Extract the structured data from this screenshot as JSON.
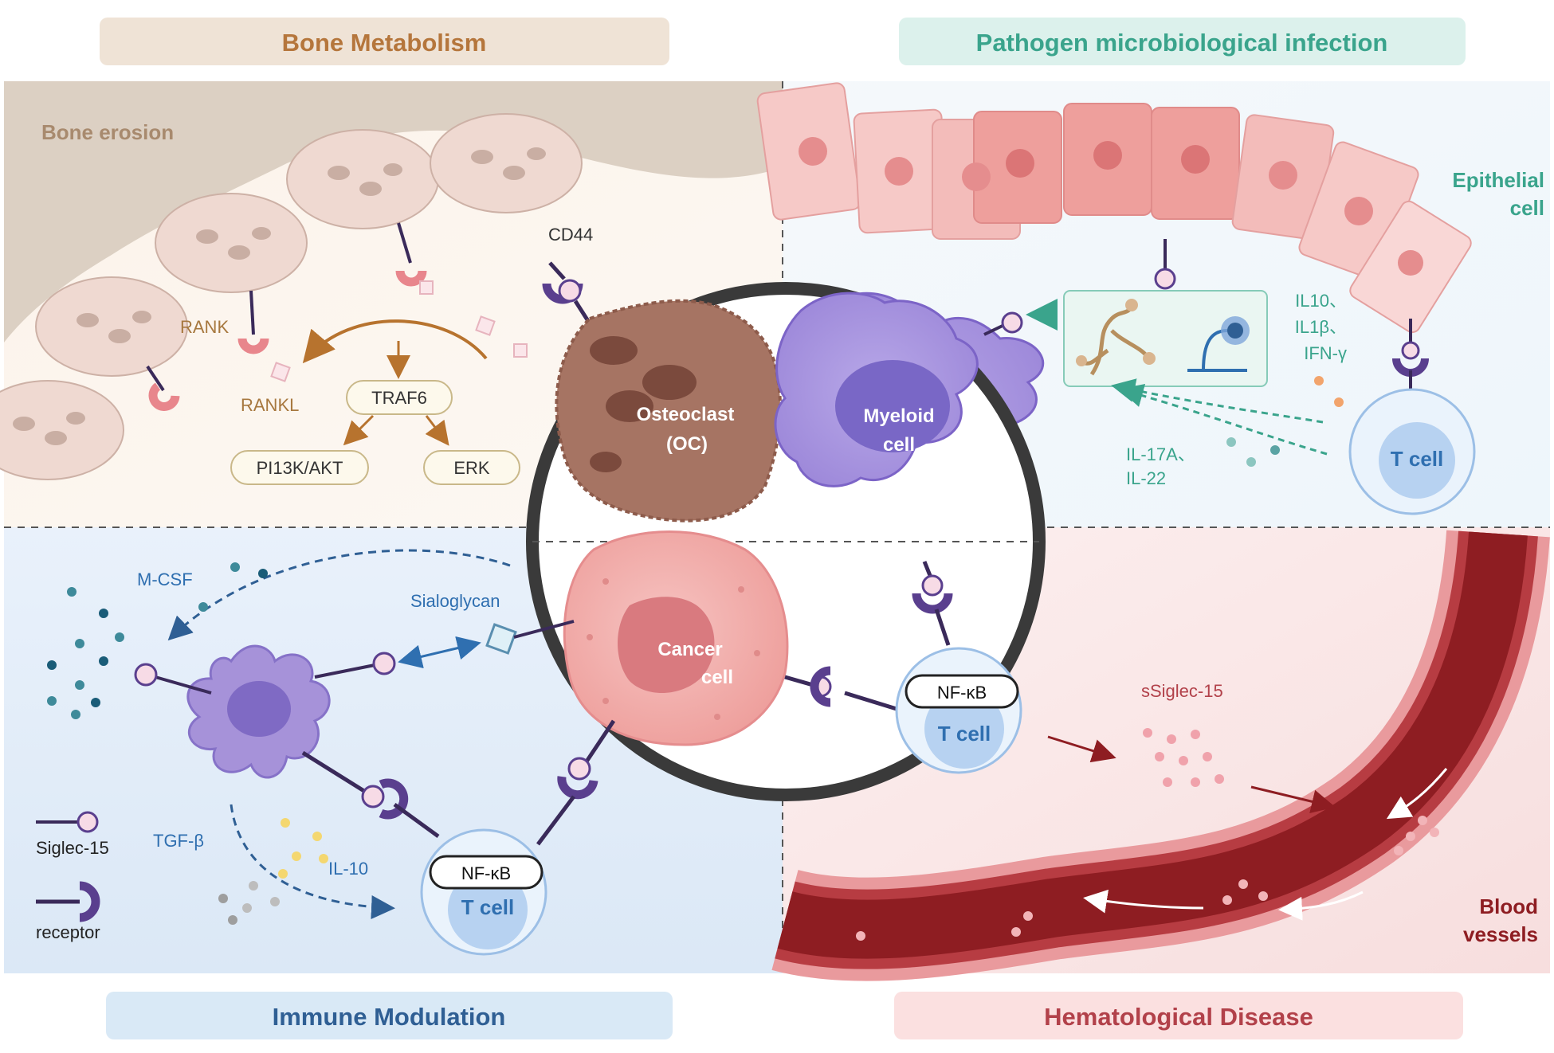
{
  "sections": {
    "bone_metabolism": "Bone Metabolism",
    "pathogen_infection": "Pathogen microbiological infection",
    "immune_modulation": "Immune Modulation",
    "hematological_disease": "Hematological Disease"
  },
  "labels": {
    "bone_erosion": "Bone erosion",
    "rank": "RANK",
    "rankl": "RANKL",
    "traf6": "TRAF6",
    "pi13k_akt": "PI13K/AKT",
    "erk": "ERK",
    "cd44": "CD44",
    "osteoclast_line1": "Osteoclast",
    "osteoclast_line2": "(OC)",
    "myeloid_line1": "Myeloid",
    "myeloid_line2": "cell",
    "cancer_line1": "Cancer",
    "cancer_line2": "cell",
    "epithelial_line1": "Epithelial",
    "epithelial_line2": "cell",
    "il10_top": "IL10、",
    "il1b": "IL1β、",
    "ifng": "IFN-γ",
    "il17a": "IL-17A、",
    "il22": "IL-22",
    "t_cell": "T cell",
    "nfkb": "NF-κB",
    "m_csf": "M-CSF",
    "sialoglycan": "Sialoglycan",
    "ssiglec15": "sSiglec-15",
    "tgf_b": "TGF-β",
    "il_10": "IL-10",
    "siglec15_legend": "Siglec-15",
    "receptor_legend": "receptor",
    "blood_line1": "Blood",
    "blood_line2": "vessels"
  },
  "colors": {
    "bone_header_bg": "#efe3d6",
    "bone_header_text": "#b5763c",
    "pathogen_header_bg": "#dcf1ec",
    "pathogen_header_text": "#3aa48c",
    "immune_header_bg": "#d9e9f6",
    "immune_header_text": "#2f5f94",
    "hema_header_bg": "#fbe0e0",
    "hema_header_text": "#b2414a",
    "receptor_purple": "#5a3f8e",
    "siglec_pink": "#f7dbe6",
    "vessel_red": "#8e1d22"
  }
}
